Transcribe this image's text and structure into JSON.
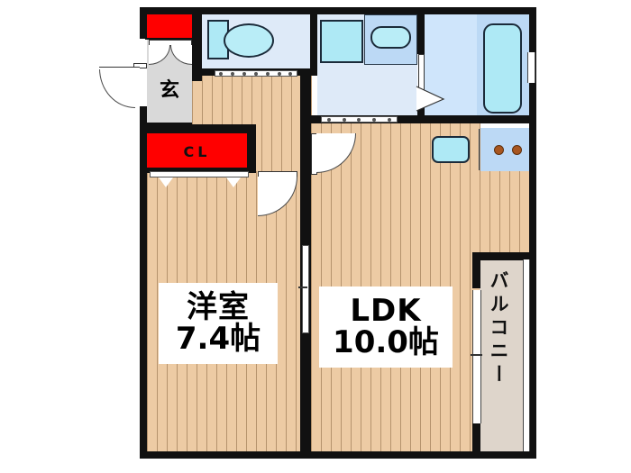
{
  "plan": {
    "type": "japanese-apartment-floor-plan",
    "title": "1LDK floor plan",
    "background_color": "#ffffff",
    "wall_color": "#111111",
    "floor_color": "#edcba4",
    "water_area_color": "#deeaf8",
    "kitchen_color": "#bcd9f5",
    "closet_color": "#ff0000",
    "balcony_color": "#ded5cb",
    "fixture_color": "#aee9f5"
  },
  "rooms": [
    {
      "id": "washitsu",
      "name_line1": "洋室",
      "name_line2": "7.4帖",
      "type": "western-room",
      "size_jo": 7.4,
      "flooring": "wood"
    },
    {
      "id": "ldk",
      "name_line1": "LDK",
      "name_line2": "10.0帖",
      "type": "living-dining-kitchen",
      "size_jo": 10.0,
      "flooring": "wood"
    }
  ],
  "labels": {
    "genkan": "玄",
    "closet": "CL",
    "balcony": "バルコニー"
  },
  "fixtures": [
    {
      "name": "shoe-box",
      "label": "",
      "kind": "red-block"
    },
    {
      "name": "toilet",
      "kind": "toilet-bowl-and-tank"
    },
    {
      "name": "washing-machine-pan",
      "kind": "square-pan"
    },
    {
      "name": "wash-basin",
      "kind": "rounded-basin"
    },
    {
      "name": "bathtub",
      "kind": "tub"
    },
    {
      "name": "kitchen-sink",
      "kind": "sink"
    },
    {
      "name": "gas-stove",
      "kind": "two-burner"
    }
  ],
  "doors": [
    {
      "name": "entrance-door",
      "kind": "swing"
    },
    {
      "name": "genkan-hall-door",
      "kind": "double-folding"
    },
    {
      "name": "toilet-door",
      "kind": "sliding"
    },
    {
      "name": "bathroom-door",
      "kind": "folding"
    },
    {
      "name": "washroom-door",
      "kind": "sliding"
    },
    {
      "name": "ldk-door",
      "kind": "swing"
    },
    {
      "name": "hall-door",
      "kind": "swing"
    },
    {
      "name": "closet-door",
      "kind": "sliding"
    },
    {
      "name": "room-partition-door",
      "kind": "sliding"
    },
    {
      "name": "balcony-door",
      "kind": "sliding-glass"
    }
  ]
}
